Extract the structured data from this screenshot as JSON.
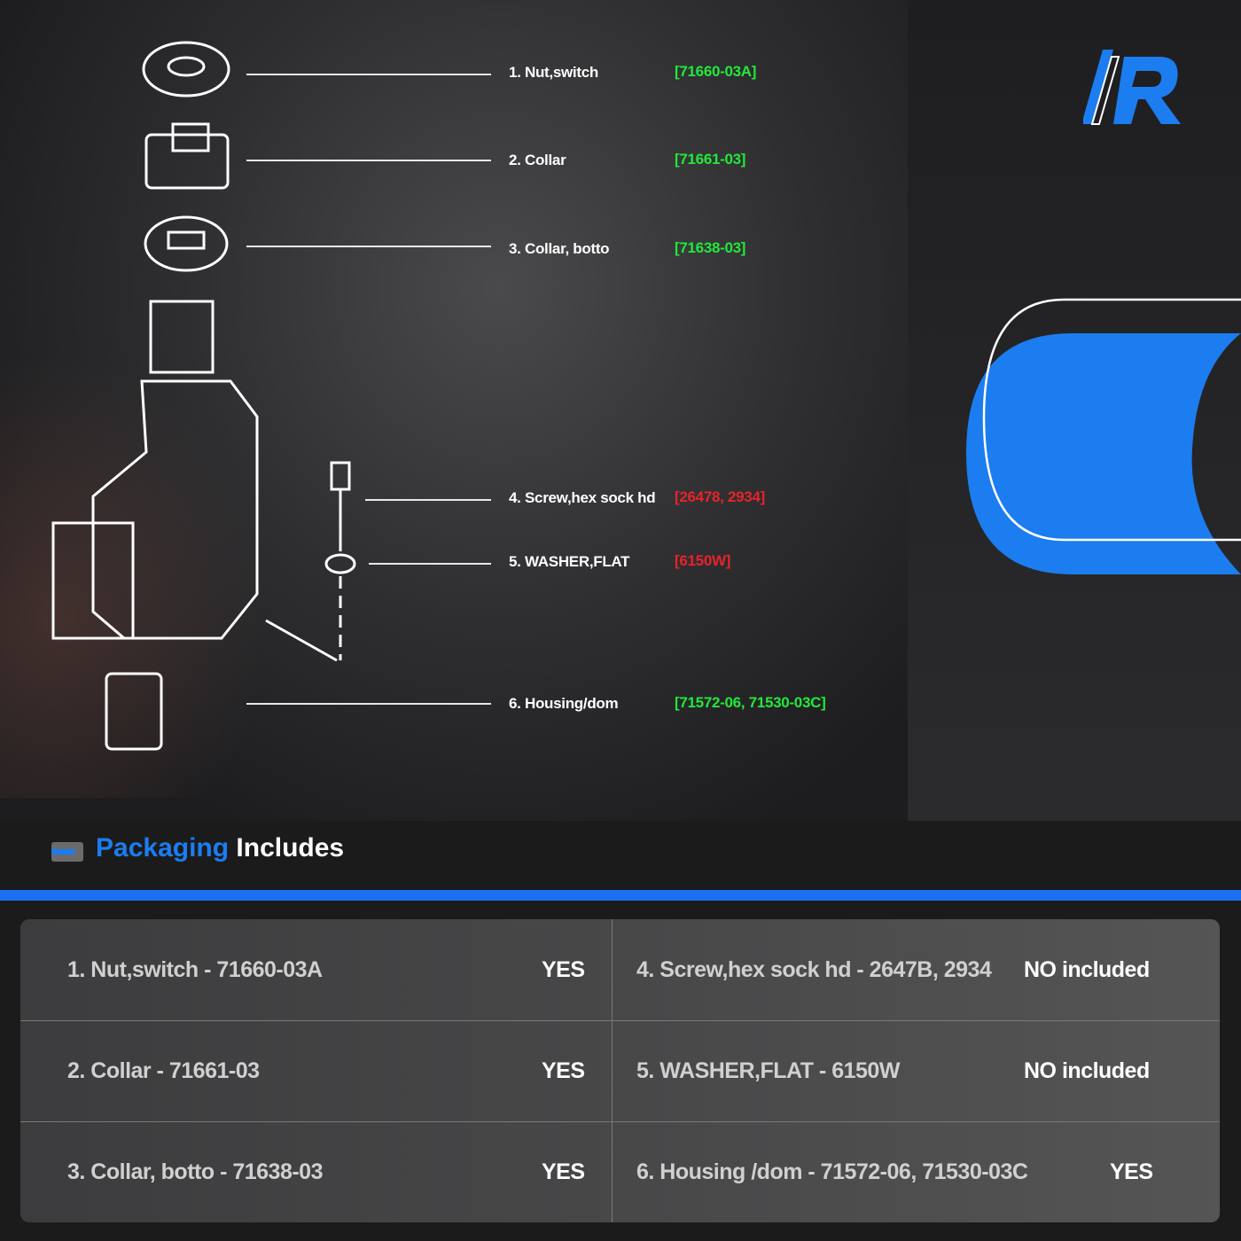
{
  "diagram": {
    "parts": [
      {
        "label": "1. Nut,switch",
        "code": "[71660-03A]",
        "color": "#22e83a"
      },
      {
        "label": "2. Collar",
        "code": "[71661-03]",
        "color": "#22e83a"
      },
      {
        "label": "3. Collar, botto",
        "code": "[71638-03]",
        "color": "#22e83a"
      },
      {
        "label": "4. Screw,hex sock hd",
        "code": "[26478, 2934]",
        "color": "#e8232b"
      },
      {
        "label": "5. WASHER,FLAT",
        "code": "[6150W]",
        "color": "#e8232b"
      },
      {
        "label": "6. Housing/dom",
        "code": "[71572-06, 71530-03C]",
        "color": "#22e83a"
      }
    ]
  },
  "brand": {
    "logo_text": "R",
    "accent": "#1b7df0"
  },
  "section": {
    "title_accent": "Packaging",
    "title_rest": "Includes"
  },
  "table": {
    "rows": [
      {
        "item": "1.  Nut,switch - 71660-03A",
        "status": "YES"
      },
      {
        "item": "2. Collar - 71661-03",
        "status": "YES"
      },
      {
        "item": "3. Collar, botto - 71638-03",
        "status": "YES"
      },
      {
        "item": "4.  Screw,hex sock hd - 2647B, 2934",
        "status": "NO included"
      },
      {
        "item": "5.  WASHER,FLAT - 6150W",
        "status": "NO included"
      },
      {
        "item": "6.  Housing /dom - 71572-06, 71530-03C",
        "status": "YES"
      }
    ]
  }
}
